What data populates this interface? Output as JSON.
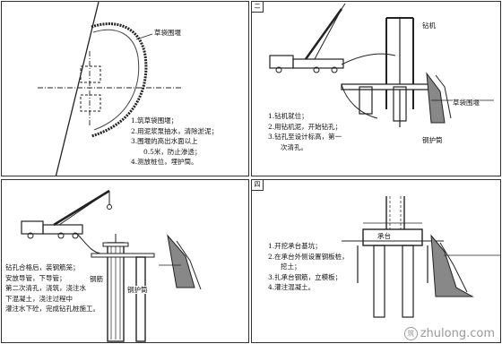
{
  "panels": [
    {
      "id": "panel-1",
      "corner_label": "",
      "callout": "草袋围堰",
      "steps": [
        "1.筑草袋围堰；",
        "2.用泥浆泵抽水，清除淤泥；",
        "3.围堰的高出水面以上",
        "0.5米，防止渗透；",
        "4.测放桩位，埋护筒。"
      ]
    },
    {
      "id": "panel-2",
      "corner_label": "二",
      "labels": {
        "rig": "钻机",
        "cofferdam": "草袋围堰",
        "casing": "钢护筒"
      },
      "steps": [
        "1.钻机就位；",
        "2.用钻机泥，开始钻孔；",
        "3.钻孔至设计标高，第一",
        "次清孔。"
      ]
    },
    {
      "id": "panel-3",
      "corner_label": "",
      "labels": {
        "rebar": "钢筋",
        "casing": "钢护筒"
      },
      "steps": [
        "钻孔合格后，装钢筋笼；",
        "安放导管，下导管；",
        "第二次清孔，浇筑，浇注水",
        "下混凝土，浇注过程中",
        "灌注水下砼，完成钻孔桩施工。"
      ]
    },
    {
      "id": "panel-4",
      "corner_label": "四",
      "labels": {
        "cap": "承台"
      },
      "steps": [
        "1.开挖承台基坑；",
        "2.在承台外侧设置钢板桩，",
        "挖土；",
        "3.扎承台钢筋，立模板；",
        "4.灌注混凝土。"
      ]
    }
  ],
  "watermark": {
    "text": "zhulong.com",
    "logo": "筑"
  }
}
